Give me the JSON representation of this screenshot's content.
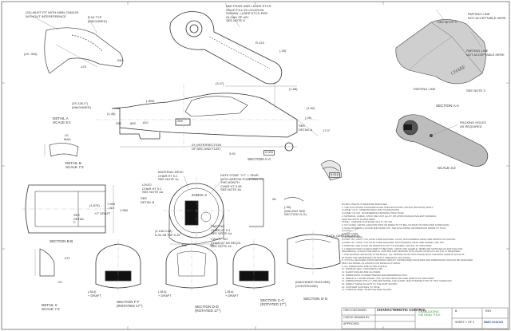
{
  "callouts": {
    "top_left_note": "(3X) MUST FIT WITH MMN C046103\nWITHOUT INTERFERENCE",
    "r04_typ": "R.04 TYP\n(MACHINED)",
    "dim_2x_004": "(2X .004)",
    "dim_12x": ".12X",
    "dim_040": ".040",
    "dim_2x_126": "(2X 126.4°)\n(MACHINED)",
    "detail_a": "DETAIL  A\nSCALE  5:1",
    "pad_print": "PAD PRINT AND LASER ETCH\nSOLID FILL IN LOCATION\nSHOWN. LASER ETCH PER\nGLOAH SP-421\nSEE NOTE 8",
    "dim_r123": "R.123",
    "dim_25": "(.25)",
    "dim_347": "(3.47)",
    "dim_188": "(1.88)",
    "dim_145": "(1.45)",
    "dim_335": ".335",
    "dim_853": ".853",
    "dim_810": ".810",
    "dim_300": "(.300)",
    "dim_269": ".269",
    "dim_170": "17.0°",
    "dim_192": "(1.92)",
    "dim_26": "(.26)",
    "see_detail_a": "SEE\nDETAIL  A",
    "intersection": "2X (INTERSECTION\nOF ARC AND FLAT)",
    "dim_392": "3.92",
    "section_aa": "SECTION  A-A",
    "dim_10_max": ".10\nMAX",
    "detail_b": "DETAIL  B\nSCALE  7:2",
    "parting_not_ok_1": "PARTING LINE\nNOT ACCEPTABLE HERE",
    "see_note_3": "SEE NOTE 3",
    "parting_not_ok_2": "PARTING LINE\nNOT ACCEPTABLE HERE",
    "parting_line": "PARTING LINE",
    "section_aa_2": "SECTION A-A",
    "see_note_3b": "SEE NOTE 3",
    "racking_holes": "RACKING HOLES\nAS REQUIRED",
    "scale_iso": "SCALE  3:2",
    "material_desc": "MATERIAL DESC\nCHAR HT 0.1\nSEE NOTE 4c",
    "logo": "LOGO\nCHAR HT 0.1\nSEE NOTE 4a",
    "see_detail_b": "SEE\nDETAIL  B",
    "date_code": "DATE CODE \"YY\" = YEAR\nWITH ARROW POINTING TO\nTHE MONTH\nCHAR HT 0.06\nSEE NOTE 4b",
    "part_no": "PART NO\nCHAR HT 0.1\nSEE NOTE 4d",
    "cavity_no": "CAVITY NO\nCHAR HT AS REQ'D\nSEE NOTE 4e",
    "dim_1875": "(1.875)",
    "dim_000": "+.000\n-.010",
    "dim_1960": "1.960",
    "draft_2": "+2° DRAFT",
    "thread": "(1.106 0.28)\n8-32-2B TAP 0.25",
    "dim_360": ".360",
    "dim_25b": ".25",
    "see_detail_c": "SEE\nDETAIL\nC",
    "section_bb": "SECTION  B-B",
    "dim_95": ".95",
    "milling_see": "(.95)\n(MILLING SEE\nSECTION G-G)",
    "tool_centerlines": "(TOOL CENTERLINES)",
    "dim_071": ".071",
    "dim_29": ".29",
    "detail_c": "DETAIL  C\nSCALE  7:2",
    "draft_f": "(.814)\n+ DRAFT",
    "section_ff": "SECTION  F-F\n(ROTATED 17°)",
    "draft_d": "(.814)\n+ DRAFT",
    "section_dd": "SECTION  D-D\n(ROTATED 17°)",
    "draft_c": "(.814)\n+ DRAFT",
    "section_cc": "SECTION  C-C\n(ROTATED 17°)",
    "machined_feature": "(MACHINED FEATURE)\n(CENTERLINE)",
    "section_gg": "SECTION  G-G",
    "datum_010": "0.010",
    "datum_005": "0.005"
  },
  "notes": [
    "NOTES UNLESS OTHERWISE SPECIFIED:",
    "1. THE FOLLOWING STANDARDS AND SPECIFICATIONS (LATEST REVISION) APPLY:",
    "   a) ASME Y14.5 - DIMENSIONING AND TOLERANCING",
    "   b) ASME Y14.100 - ENGINEERING DRAWING PRACTICES",
    "2. MATERIAL: ZAMAK 3 ZINC DIE CAST ALLOY OR APPROVED EQUIVALENT MATERIAL",
    "   CERTIFICATION IS REQUIRED.",
    "   FINISH - CHROME PLATE PER SP-172, SP-360",
    "3. NO GATES, VENTS, EJECTOR PINS OR DEFECTS TO BE LOCATED ON INDICATED SURFACE(S).",
    "4. MOLD MARKING: LOCATE AND MARK OUT THE FOLLOWING INFORMATION PRIOR TO TOOL",
    "   a) LOGO",
    "   b) DATE CODE",
    "   c) MATERIAL DESC",
    "   d) PART NO, CAVITY NO, DATE CODE FEATURE, LOGO, AND MATERIAL DESC ARE APPROX AS SHOWN.",
    "   e) PART NO, CAVITY NO, DATE CODE FEATURE, AND MATERIAL DESC ARE RAISED .005-.010",
    "5. PARTING LINE FLASH OR MISMATCH NOT TO EXCEED .005 MAX PL SPECIFIED.",
    "6. LASER ETCHED CHARACTERS TO BE DARK, CRISP, AND LEGIBLE. TEMPLATE SUPPLIED AS DXF FILE FOR",
    "   REFERENCE. CHARACTER DEPTH .0005 MIN AND VERIFIED WITH WHITE OR BLACK INK FILL IF REQUIRED.",
    "7. PAD PRINTED ARTWORK TO BE BLACK. ALL PRINTED MUST WITHSTAND MILD CLEANING AGENTS SUCH AS",
    "   ETHANOL AND DETERGENT WITHOUT SMEARING OR FADING.",
    "8. TYPICAL FEATURES FROM DRAWING SPECIFY UNSPECIFIED FEATURES AND DIMENSIONS SHOULD BE DESIGNED",
    "   PER CAD MODEL AS A BASIS FOR MANUFACTURING.",
    "9. ALL DIMENSIONS ARE AFTER PLATING.",
    "10. NOMINAL WALL THICKNESS 0.08\".",
    "11. SHARP ANGLES ARE ALLOWED.",
    "12. DIMENSIONS IN PARENTHESES ARE REFERENCE ONLY.",
    "13. BREAK ALL SHARP EDGES .005-.015 MAXIMUM AND ARE RADIUS AS INDICATED.",
    "14. DIMENSIONED WITH A * ARE PER MODEL THE SHARP LINE INTERSECTION OF TWO SURFACES.",
    "15. DIRECT THESE FILLETS TO THE PART SHOWN.",
    "16. SUPPLIER SUPPLIES TO TRUE.",
    "17. SURFACE AREA: 35.505 SQUARE INCHES."
  ],
  "title_block": {
    "company": "CHARACTERISTIC CONTROL",
    "row1": "ORIG  DESIGNER",
    "row2": "CHECK  DRAWN BY",
    "row3": "APPROVED",
    "title_green": "GRANULATING\nDIE HEAD TITLE",
    "size": "B",
    "sheet": "SHEET 1 OF 3",
    "rev": "REV",
    "drawing_no": "MMN C046103"
  }
}
